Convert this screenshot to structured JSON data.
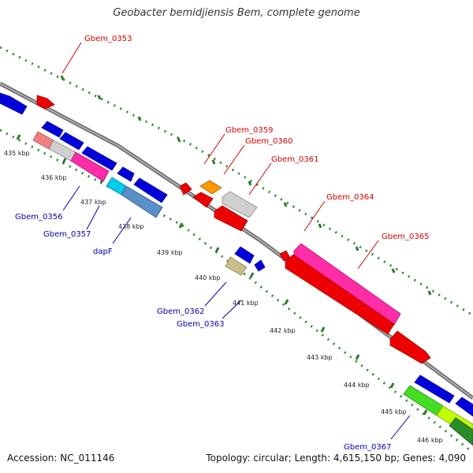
{
  "title": "Geobacter bemidjiensis Bem, complete genome",
  "footer": {
    "accession": "Accession: NC_011146",
    "topology": "Topology: circular; Length: 4,615,150 bp; Genes: 4,090"
  },
  "colors": {
    "backbone": "#808080",
    "tick_dots": "#2a8a2a",
    "forward_label": "#d40000",
    "reverse_label": "#0000aa",
    "kbp_label": "#222222"
  },
  "scale": {
    "ticks": [
      "435 kbp",
      "436 kbp",
      "437 kbp",
      "438 kbp",
      "439 kbp",
      "440 kbp",
      "441 kbp",
      "442 kbp",
      "443 kbp",
      "444 kbp",
      "445 kbp",
      "446 kbp"
    ]
  },
  "labels": {
    "forward": [
      "Gbem_0353",
      "Gbem_0359",
      "Gbem_0360",
      "Gbem_0361",
      "Gbem_0364",
      "Gbem_0365"
    ],
    "reverse": [
      "Gbem_0356",
      "Gbem_0357",
      "dapF",
      "Gbem_0362",
      "Gbem_0363",
      "Gbem_0367"
    ]
  }
}
